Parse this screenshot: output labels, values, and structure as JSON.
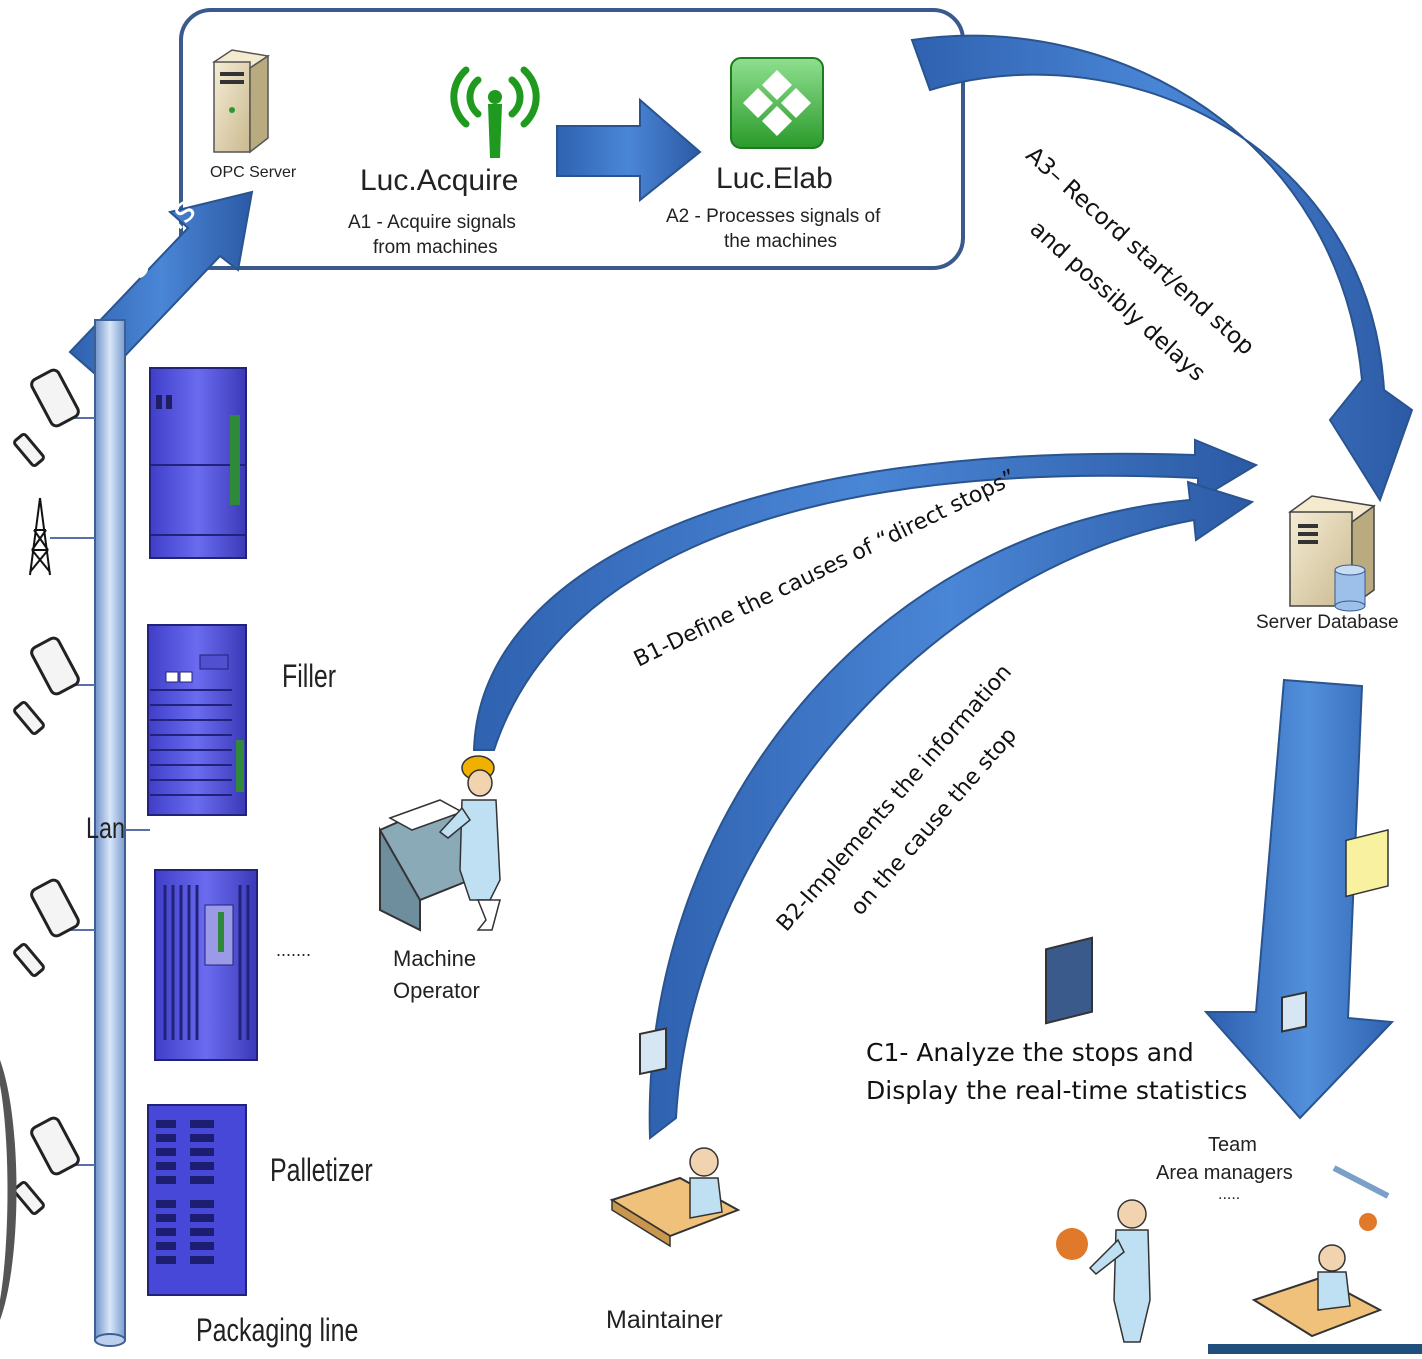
{
  "top_box": {
    "opc_server": "OPC Server",
    "acquire_title": "Luc.Acquire",
    "acquire_desc_line1": "A1 - Acquire signals",
    "acquire_desc_line2": "from machines",
    "elab_title": "Luc.Elab",
    "elab_desc_line1": "A2 - Processes signals of",
    "elab_desc_line2": "the machines"
  },
  "signals_label": "signals",
  "a3_label_line1": "A3– Record start/end stop",
  "a3_label_line2": "and possibly delays",
  "b1_label": "B1-Define the causes of “direct stops”",
  "b2_label_line1": "B2-Implements the information",
  "b2_label_line2": "on the cause the stop",
  "c1_label_line1": "C1- Analyze the stops and",
  "c1_label_line2": "Display the real-time statistics",
  "server_database": "Server Database",
  "machine_operator_line1": "Machine",
  "machine_operator_line2": "Operator",
  "maintainer": "Maintainer",
  "team_line1": "Team",
  "team_line2": "Area managers",
  "team_line3": ".....",
  "packaging": {
    "lan": "Lan",
    "filler": "Filler",
    "ellipsis": ".......",
    "palletizer": "Palletizer",
    "line_label": "Packaging line"
  },
  "colors": {
    "arrow_blue": "#3d72c0",
    "arrow_dark": "#2a548f",
    "box_border": "#3a5a8c",
    "cabinet": "#5a5ae0",
    "green": "#2ea12e"
  }
}
